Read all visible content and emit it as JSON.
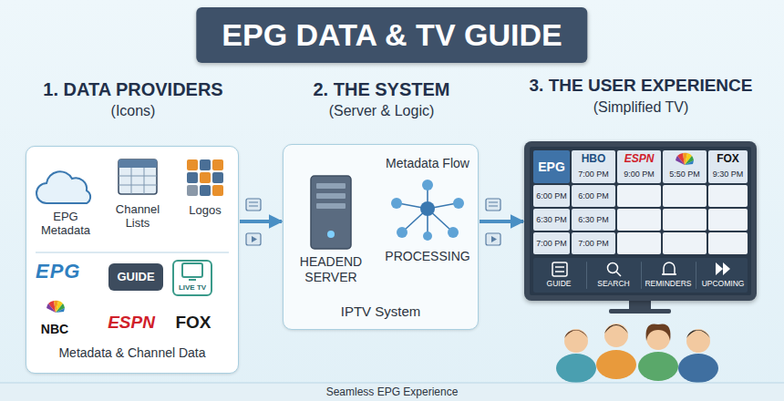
{
  "diagram": {
    "title": "EPG DATA & TV GUIDE",
    "caption": "Seamless EPG Experience",
    "nodes": [
      {
        "text": [
          "1. DATA PROVIDERS",
          "(Icons)",
          "Metadata & Channel Data"
        ]
      },
      {
        "text": [
          "EPG Metadata"
        ],
        "in": 0
      },
      {
        "text": [
          "Channel Lists"
        ],
        "in": 0
      },
      {
        "text": [
          "Logos"
        ],
        "in": 0
      },
      {
        "text": [
          "2. THE SYSTEM",
          "(Server & Logic)",
          "IPTV System"
        ]
      },
      {
        "text": [
          "HEADEND SERVER"
        ],
        "in": 4
      },
      {
        "text": [
          "Metadata Flow",
          "PROCESSING"
        ],
        "in": 4
      },
      {
        "text": [
          "3. THE USER EXPERIENCE",
          "(Simplified TV)"
        ]
      }
    ],
    "edges": [
      {
        "from": 1,
        "to": 2,
        "arrow": "to"
      },
      {
        "from": 2,
        "to": 3,
        "arrow": "to"
      },
      {
        "from": 0,
        "to": 4,
        "arrow": "to"
      },
      {
        "from": 5,
        "to": 6,
        "arrow": "to"
      },
      {
        "from": 4,
        "to": 7,
        "arrow": "to"
      }
    ],
    "labels": [
      "EPG",
      "GUIDE",
      "LIVE TV",
      "NBC",
      "ESPN",
      "FOX",
      "EPG",
      "HBO",
      "7:00 PM",
      "ESPN",
      "9:00 PM",
      "5:50 PM",
      "FOX",
      "9:30 PM",
      "6:00 PM",
      "6:00 PM",
      "6:30 PM",
      "6:30 PM",
      "7:00 PM",
      "7:00 PM",
      "GUIDE",
      "SEARCH",
      "REMINDERS",
      "UPCOMING"
    ]
  }
}
